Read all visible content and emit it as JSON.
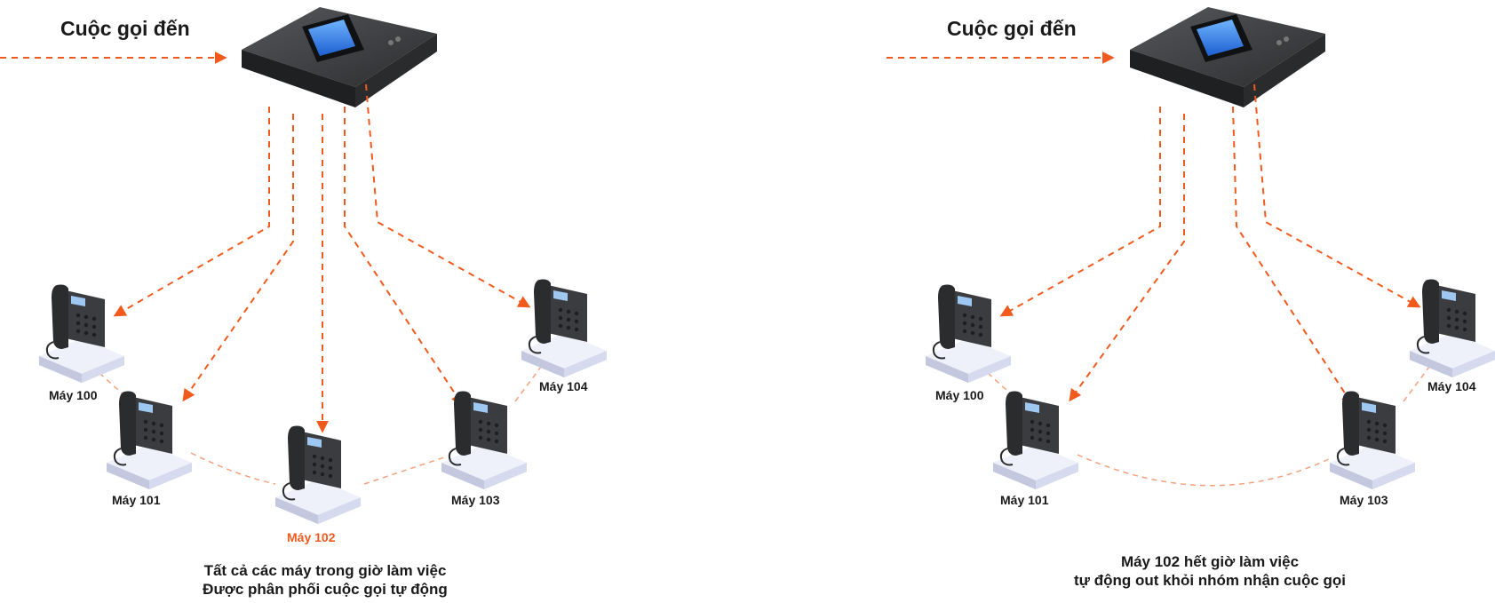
{
  "colors": {
    "arrow": "#f25a1d",
    "highlight": "#f25a1d",
    "text": "#1a1a1a",
    "device": "#3a3b3d",
    "base": "#dfe3f4"
  },
  "left_panel": {
    "incoming_label": "Cuộc gọi đến",
    "phones": [
      "Máy 100",
      "Máy 101",
      "Máy 102",
      "Máy 103",
      "Máy 104"
    ],
    "highlighted_phone": "Máy 102",
    "caption_line1": "Tất cả các máy trong giờ làm việc",
    "caption_line2": "Được phân phối cuộc gọi tự động"
  },
  "right_panel": {
    "incoming_label": "Cuộc gọi đến",
    "phones": [
      "Máy 100",
      "Máy 101",
      "Máy 103",
      "Máy 104"
    ],
    "caption_line1": "Máy 102 hết giờ làm việc",
    "caption_line2": "tự động out khỏi nhóm nhận cuộc gọi"
  }
}
